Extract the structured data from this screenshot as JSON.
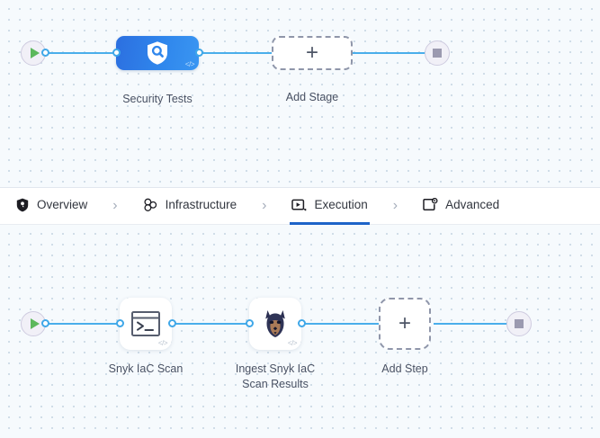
{
  "theme": {
    "canvas_bg": "#f6fafd",
    "grid_dot": "#c9d8e4",
    "edge_color": "#4aaeeb",
    "stage_blue": "#2f86ec",
    "active_tab_underline": "#1d63c8",
    "label_text": "#495163",
    "play_green": "#5cb85c",
    "stop_gray": "#9b9ab0"
  },
  "stage_canvas": {
    "name": "pipeline-stages",
    "start_node": {
      "icon": "play-icon",
      "label": ""
    },
    "stop_node": {
      "icon": "stop-icon",
      "label": ""
    },
    "nodes": [
      {
        "label": "Security Tests",
        "icon": "shield-search-icon",
        "badge": "</>",
        "type": "stage"
      },
      {
        "label": "Add Stage",
        "icon": "plus-icon",
        "type": "add-placeholder"
      }
    ]
  },
  "tabs": {
    "items": [
      {
        "label": "Overview",
        "icon": "shield-icon",
        "active": false
      },
      {
        "label": "Infrastructure",
        "icon": "infrastructure-nodes-icon",
        "active": false
      },
      {
        "label": "Execution",
        "icon": "execution-play-box-icon",
        "active": true
      },
      {
        "label": "Advanced",
        "icon": "advanced-gear-card-icon",
        "active": false
      }
    ],
    "separator": "›"
  },
  "step_canvas": {
    "name": "pipeline-steps",
    "start_node": {
      "icon": "play-icon",
      "label": ""
    },
    "stop_node": {
      "icon": "stop-icon",
      "label": ""
    },
    "nodes": [
      {
        "label": "Snyk IaC Scan",
        "icon": "terminal-icon",
        "badge": "</>",
        "type": "step"
      },
      {
        "label": "Ingest Snyk IaC\nScan Results",
        "icon": "snyk-dog-icon",
        "badge": "</>",
        "type": "step"
      },
      {
        "label": "Add Step",
        "icon": "plus-icon",
        "type": "add-placeholder"
      }
    ]
  }
}
